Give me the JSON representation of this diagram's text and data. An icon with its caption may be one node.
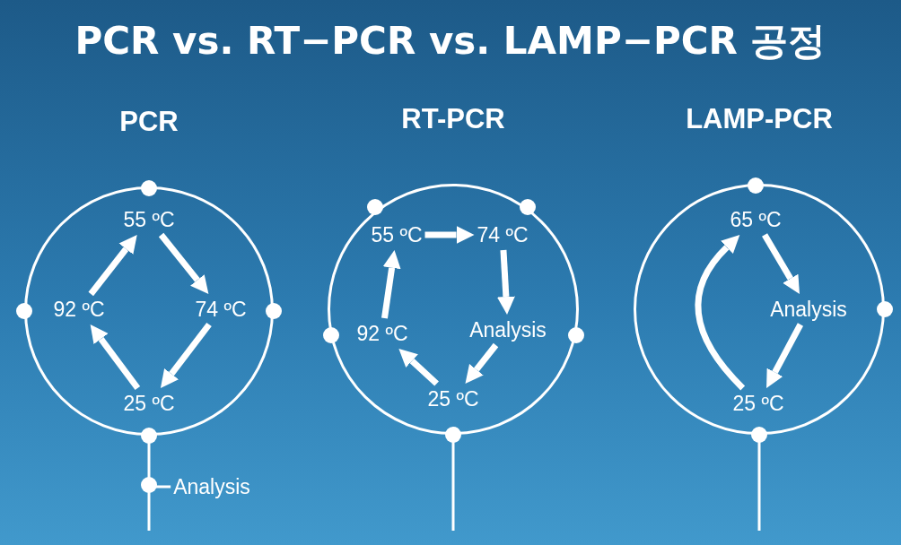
{
  "diagram": {
    "title": "PCR vs. RT−PCR vs. LAMP−PCR 공정",
    "nodes": [
      {
        "text": [
          "PCR"
        ]
      },
      {
        "text": [
          "55 ºC"
        ],
        "in": 0
      },
      {
        "text": [
          "74 ºC"
        ],
        "in": 0
      },
      {
        "text": [
          "25 ºC"
        ],
        "in": 0
      },
      {
        "text": [
          "92 ºC"
        ],
        "in": 0
      },
      {
        "text": [
          "Analysis"
        ]
      },
      {
        "text": [
          "RT-PCR"
        ]
      },
      {
        "text": [
          "55 ºC"
        ],
        "in": 6
      },
      {
        "text": [
          "74 ºC"
        ],
        "in": 6
      },
      {
        "text": [
          "Analysis"
        ],
        "in": 6
      },
      {
        "text": [
          "25 ºC"
        ],
        "in": 6
      },
      {
        "text": [
          "92 ºC"
        ],
        "in": 6
      },
      {
        "text": [
          "LAMP-PCR"
        ]
      },
      {
        "text": [
          "65 ºC"
        ],
        "in": 12
      },
      {
        "text": [
          "Analysis"
        ],
        "in": 12
      },
      {
        "text": [
          "25 ºC"
        ],
        "in": 12
      }
    ],
    "edges": [
      {
        "from": 1,
        "to": 2,
        "arrow": "to"
      },
      {
        "from": 2,
        "to": 3,
        "arrow": "to"
      },
      {
        "from": 3,
        "to": 4,
        "arrow": "to"
      },
      {
        "from": 4,
        "to": 1,
        "arrow": "to"
      },
      {
        "from": 0,
        "to": 5,
        "arrow": "other"
      },
      {
        "from": 7,
        "to": 8,
        "arrow": "to"
      },
      {
        "from": 8,
        "to": 9,
        "arrow": "to"
      },
      {
        "from": 9,
        "to": 10,
        "arrow": "to"
      },
      {
        "from": 10,
        "to": 11,
        "arrow": "to"
      },
      {
        "from": 11,
        "to": 7,
        "arrow": "to"
      },
      {
        "from": 6,
        "to": null,
        "arrow": "other"
      },
      {
        "from": 13,
        "to": 14,
        "arrow": "to"
      },
      {
        "from": 14,
        "to": 15,
        "arrow": "to"
      },
      {
        "from": 15,
        "to": 13,
        "arrow": "to"
      },
      {
        "from": 12,
        "to": null,
        "arrow": "other"
      }
    ]
  }
}
